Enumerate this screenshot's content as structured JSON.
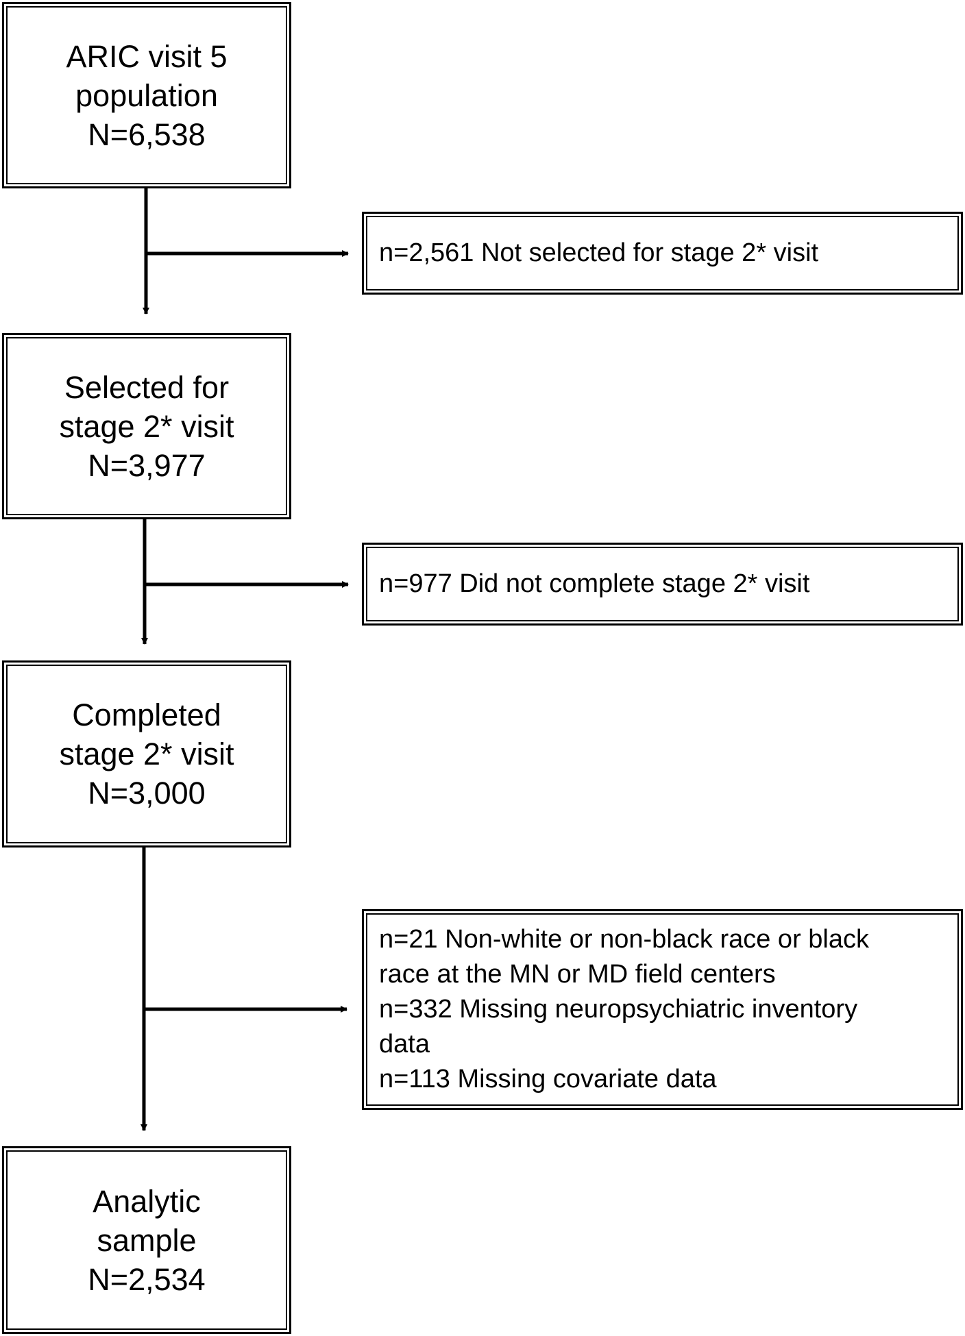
{
  "boxes": {
    "visit5": {
      "lines": [
        "ARIC visit 5",
        "population",
        "N=6,538"
      ]
    },
    "selected": {
      "lines": [
        "Selected for",
        "stage 2* visit",
        "N=3,977"
      ]
    },
    "completed": {
      "lines": [
        "Completed",
        "stage 2* visit",
        "N=3,000"
      ]
    },
    "analytic": {
      "lines": [
        "Analytic",
        "sample",
        "N=2,534"
      ]
    }
  },
  "exclusions": {
    "not_selected": {
      "lines": [
        "n=2,561 Not selected for stage 2* visit"
      ]
    },
    "not_completed": {
      "lines": [
        "n=977 Did not complete stage 2* visit"
      ]
    },
    "final": {
      "lines": [
        "n=21 Non-white or non-black race or black",
        "race at the MN or MD field centers",
        "n=332 Missing neuropsychiatric inventory",
        "data",
        "n=113 Missing covariate data"
      ]
    }
  }
}
